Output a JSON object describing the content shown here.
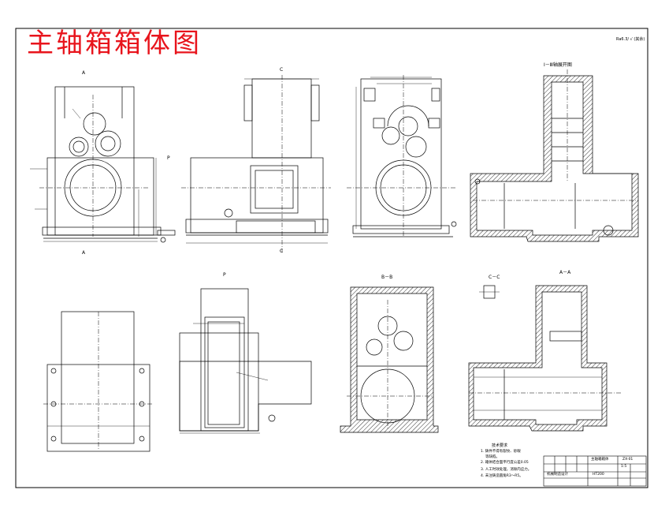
{
  "drawing": {
    "title": "主轴箱箱体图",
    "title_color": "#e8141c",
    "roughness_note": "Ra6.3/ √ (其余)",
    "section_views": {
      "a_top": "A",
      "a_bottom": "A",
      "c_top": "C",
      "c_bottom": "C",
      "p_top_arrow": "P",
      "p_view": "P",
      "bb": "B－B",
      "cc": "C－C",
      "aa": "A－A",
      "iii": "Ⅰ－Ⅲ轴展开图"
    },
    "tech_requirements": {
      "heading": "技术要求",
      "items": [
        "1. 铸件不得有裂纹、砂眼",
        "等缺陷。",
        "2. 箱体结合面平行度公差0.05",
        "3. 人工时效处理，消除内应力。",
        "4. 未注铸造圆角R3～R5。"
      ]
    },
    "title_block": {
      "part_name": "主轴箱箱体",
      "drawing_no": "ZX-01",
      "material": "HT200",
      "scale": "1:5",
      "company": "机械制造设计"
    },
    "colors": {
      "line": "#000000",
      "title": "#e8141c",
      "hatch": "#000000",
      "center_line": "#000000"
    }
  }
}
